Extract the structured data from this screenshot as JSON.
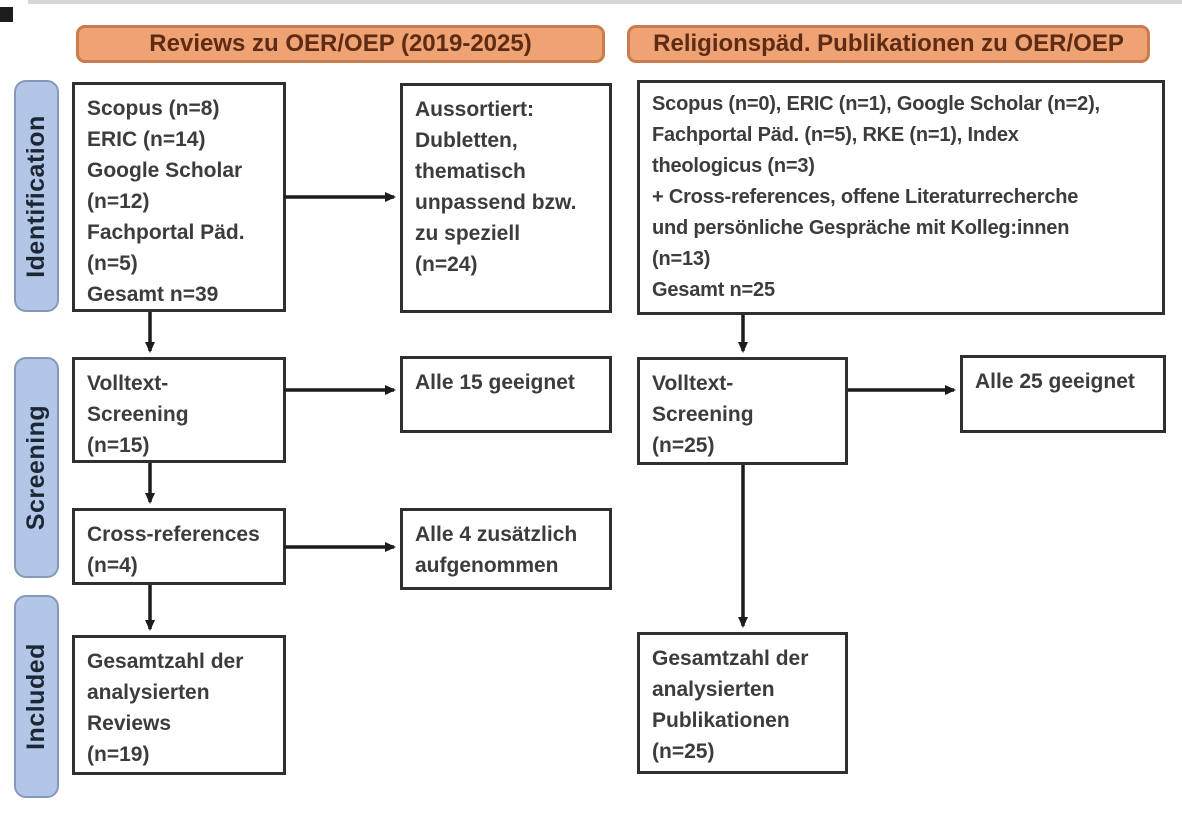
{
  "diagram": {
    "columns": [
      {
        "header": "Reviews zu OER/OEP (2019-2025)"
      },
      {
        "header": "Religionspäd. Publikationen zu OER/OEP"
      }
    ],
    "stages": {
      "identification": "Identification",
      "screening": "Screening",
      "included": "Included"
    },
    "boxes": {
      "left_sources": "Scopus (n=8)\nERIC (n=14)\nGoogle Scholar\n(n=12)\nFachportal Päd.\n(n=5)\nGesamt n=39",
      "left_excluded": "Aussortiert:\nDubletten,\nthematisch\nunpassend bzw.\nzu speziell\n(n=24)",
      "right_sources": "Scopus (n=0), ERIC (n=1), Google Scholar (n=2),\nFachportal Päd. (n=5), RKE (n=1), Index\ntheologicus (n=3)\n+ Cross-references, offene Literaturrecherche\nund persönliche Gespräche mit Kolleg:innen\n(n=13)\nGesamt n=25",
      "left_fulltext": "Volltext-\nScreening\n(n=15)",
      "left_eligible": "Alle 15 geeignet",
      "right_fulltext": "Volltext-\nScreening\n(n=25)",
      "right_eligible": "Alle 25 geeignet",
      "left_crossref": "Cross-references\n(n=4)",
      "left_added": "Alle 4 zusätzlich\naufgenommen",
      "left_included": "Gesamtzahl der\nanalysierten\nReviews\n(n=19)",
      "right_included": "Gesamtzahl der\nanalysierten\nPublikationen\n(n=25)"
    }
  },
  "colors": {
    "header_fill": "#efa273",
    "header_border": "#c97c4e",
    "header_text": "#5e2c14",
    "stage_fill": "#b2c7e7",
    "stage_border": "#8399b5",
    "stage_text": "#1d2633",
    "box_border": "#2f2f2f",
    "box_text": "#3c3c3c",
    "arrow": "#1c1c1c",
    "background": "#ffffff"
  }
}
